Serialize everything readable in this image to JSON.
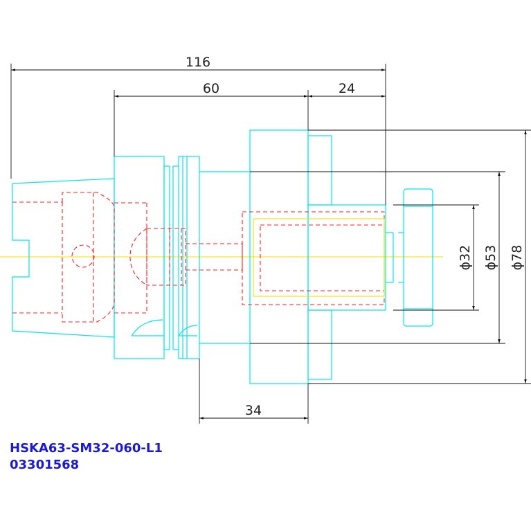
{
  "dimensions": {
    "overall_length": "116",
    "gauge_length": "60",
    "nose_length": "24",
    "body_length": "34",
    "bore_diameter": "ϕ32",
    "hub_diameter": "ϕ53",
    "flange_diameter": "ϕ78"
  },
  "caption": {
    "part_number": "HSKA63-SM32-060-L1",
    "order_code": "03301568"
  },
  "colors": {
    "outline": "#00e5ee",
    "hidden_lines": "#ff2020",
    "centerline": "#f2e000",
    "dimension": "#111111",
    "caption": "#1a1ad6"
  }
}
